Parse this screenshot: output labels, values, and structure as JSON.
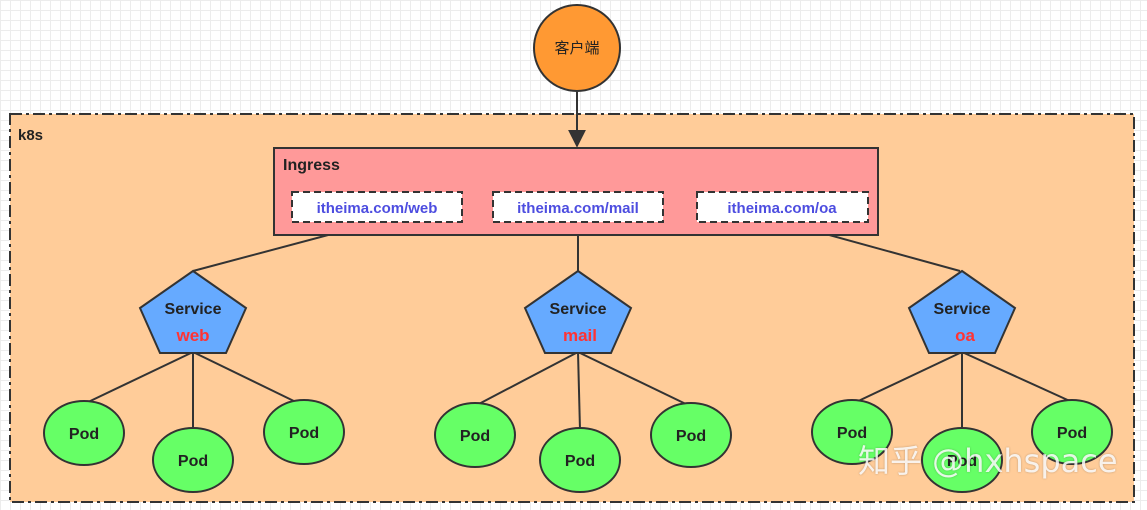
{
  "colors": {
    "client": "#ff9933",
    "cluster_bg": "#ffcc99",
    "ingress_bg": "#ff9999",
    "host_text": "#4d4de0",
    "service_bg": "#66aaff",
    "service_name": "#ff3333",
    "pod_bg": "#66ff66",
    "stroke": "#333333"
  },
  "client": {
    "label": "客户端",
    "icon": "circle-node"
  },
  "cluster": {
    "label": "k8s"
  },
  "ingress": {
    "label": "Ingress",
    "hosts": [
      "itheima.com/web",
      "itheima.com/mail",
      "itheima.com/oa"
    ]
  },
  "services": [
    {
      "label": "Service",
      "name": "web",
      "pods": [
        "Pod",
        "Pod",
        "Pod"
      ]
    },
    {
      "label": "Service",
      "name": "mail",
      "pods": [
        "Pod",
        "Pod",
        "Pod"
      ]
    },
    {
      "label": "Service",
      "name": "oa",
      "pods": [
        "Pod",
        "Pod",
        "Pod"
      ]
    }
  ],
  "watermark": "知乎 @hxhspace"
}
